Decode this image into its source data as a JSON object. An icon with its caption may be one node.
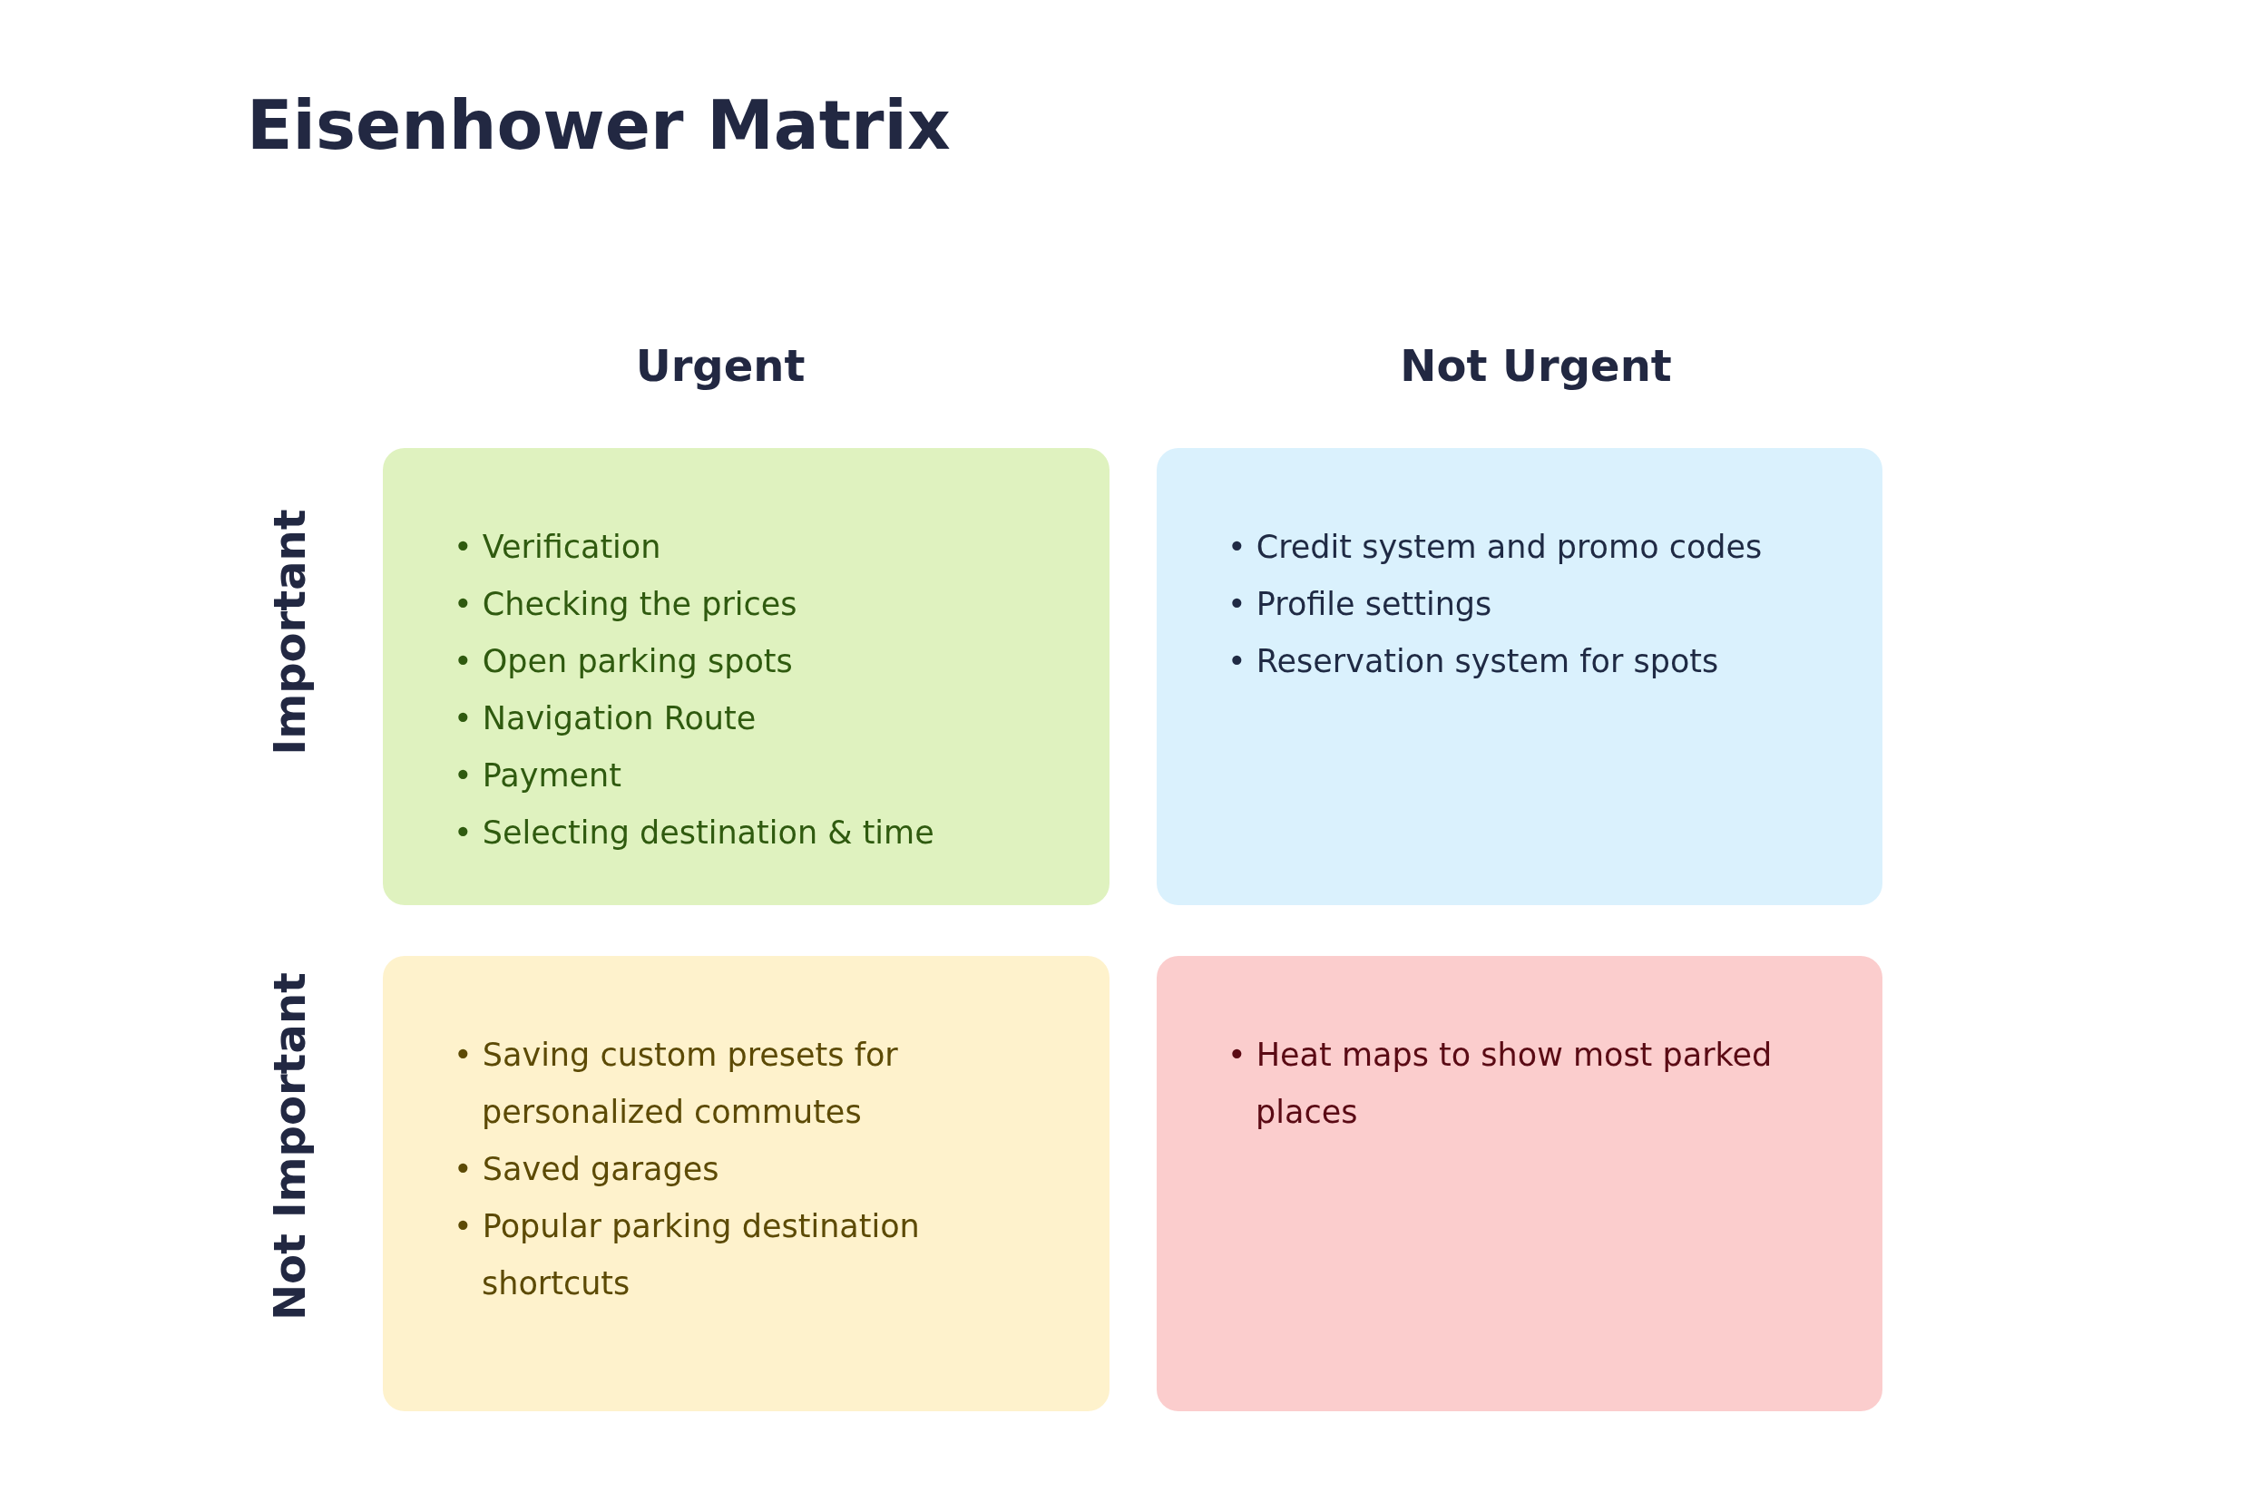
{
  "diagram": {
    "title": "Eisenhower Matrix",
    "nodes": [
      {
        "text": [
          "• Verification",
          "• Checking the prices",
          "• Open parking spots",
          "• Navigation Route",
          "• Payment",
          "• Selecting destination & time"
        ]
      },
      {
        "text": [
          "• Credit system and promo codes",
          "• Profile settings",
          "• Reservation system for spots"
        ]
      },
      {
        "text": [
          "• Saving custom presets for personalized commutes",
          "• Saved garages",
          "• Popular parking destination shortcuts"
        ]
      },
      {
        "text": [
          "• Heat maps to show most parked places"
        ]
      }
    ],
    "labels": [
      "Urgent",
      "Not Urgent",
      "Important",
      "Not Important"
    ]
  }
}
